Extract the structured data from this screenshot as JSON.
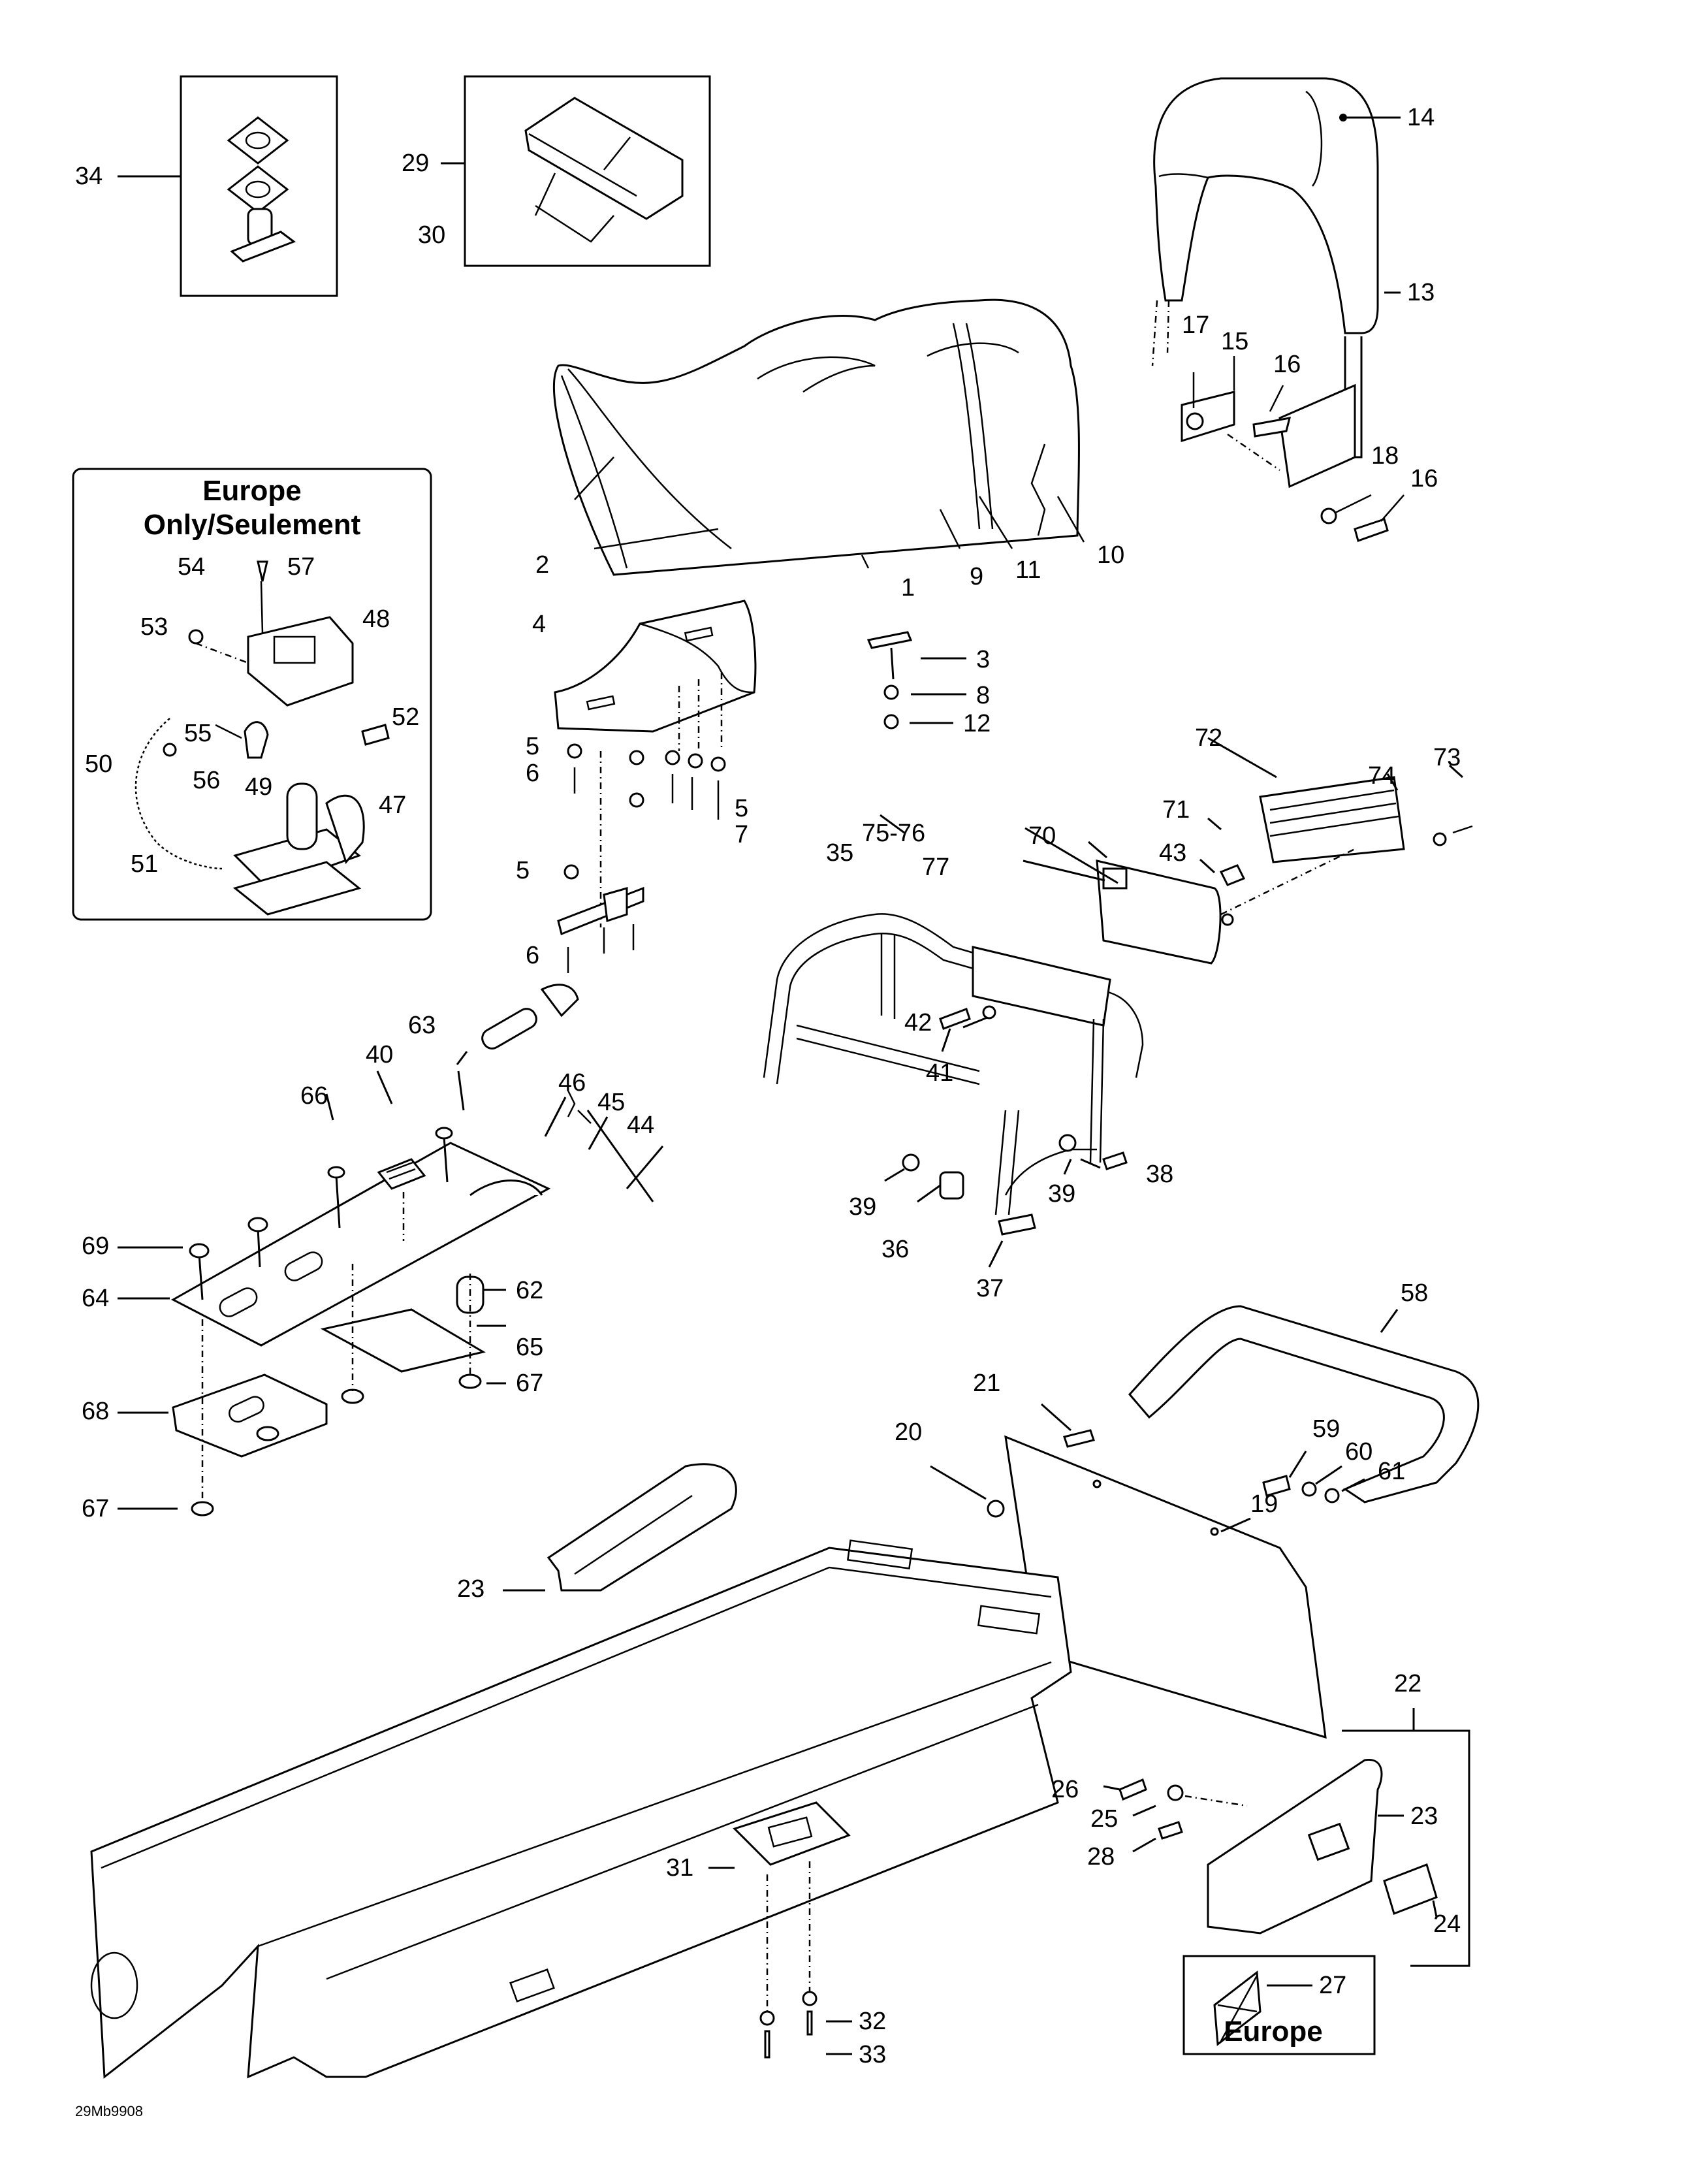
{
  "diagram": {
    "title": "Seat, Rear Rack and Tunnel Components — Exploded Parts View",
    "drawing_code": "29Mb9908",
    "insets": {
      "europe_only": "Europe\nOnly/Seulement",
      "europe_only_line1": "Europe",
      "europe_only_line2": "Only/Seulement",
      "europe": "Europe"
    },
    "callouts": {
      "c1": "1",
      "c2": "2",
      "c3": "3",
      "c4": "4",
      "c5a": "5",
      "c5b": "5",
      "c5c": "5",
      "c6a": "6",
      "c6b": "6",
      "c7": "7",
      "c8": "8",
      "c9": "9",
      "c10": "10",
      "c11": "11",
      "c12": "12",
      "c13": "13",
      "c14": "14",
      "c15": "15",
      "c16a": "16",
      "c16b": "16",
      "c17": "17",
      "c18": "18",
      "c19": "19",
      "c20": "20",
      "c21": "21",
      "c22": "22",
      "c23a": "23",
      "c23b": "23",
      "c24": "24",
      "c25": "25",
      "c26": "26",
      "c27": "27",
      "c28": "28",
      "c29": "29",
      "c30": "30",
      "c31": "31",
      "c32": "32",
      "c33": "33",
      "c34": "34",
      "c35": "35",
      "c36": "36",
      "c37": "37",
      "c38": "38",
      "c39a": "39",
      "c39b": "39",
      "c40": "40",
      "c41": "41",
      "c42": "42",
      "c43": "43",
      "c44": "44",
      "c45": "45",
      "c46": "46",
      "c47": "47",
      "c48": "48",
      "c49": "49",
      "c50": "50",
      "c51": "51",
      "c52": "52",
      "c53": "53",
      "c54": "54",
      "c55": "55",
      "c56": "56",
      "c57": "57",
      "c58": "58",
      "c59": "59",
      "c60": "60",
      "c61": "61",
      "c62": "62",
      "c63": "63",
      "c64": "64",
      "c65": "65",
      "c66": "66",
      "c67a": "67",
      "c67b": "67",
      "c68": "68",
      "c69": "69",
      "c70": "70",
      "c71": "71",
      "c72": "72",
      "c73": "73",
      "c74": "74",
      "c75": "75-76",
      "c77": "77"
    }
  }
}
